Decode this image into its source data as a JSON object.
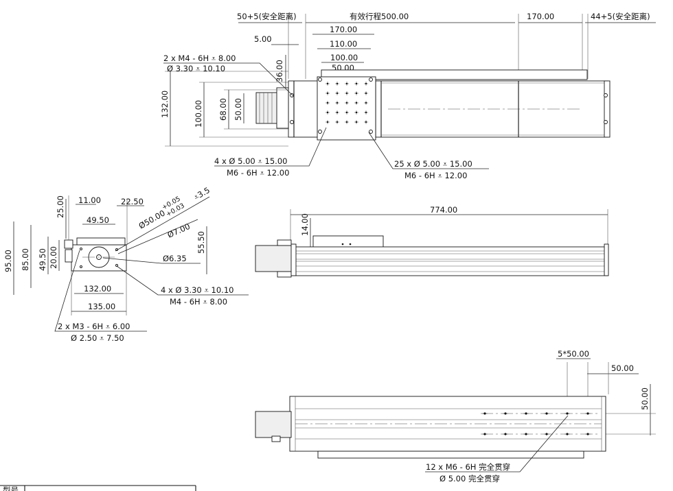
{
  "top_view": {
    "dim_left_clearance": "50+5(安全距离)",
    "dim_stroke": "有效行程500.00",
    "dim_right_170": "170.00",
    "dim_right_clearance": "44+5(安全距离)",
    "dim_5": "5.00",
    "dim_170": "170.00",
    "dim_110": "110.00",
    "dim_100": "100.00",
    "dim_50": "50.00",
    "dim_36": "36.00",
    "dim_132": "132.00",
    "dim_100v": "100.00",
    "dim_68": "68.00",
    "dim_50v": "50.00",
    "note_m4_line1": "2 x  M4 - 6H ⩡ 8.00",
    "note_m4_line2": "Ø 3.30 ⩡ 10.10",
    "note_4x_line1": "4 x  Ø 5.00 ⩡ 15.00",
    "note_4x_line2": "M6 - 6H ⩡ 12.00",
    "note_25x_line1": "25 x  Ø 5.00 ⩡ 15.00",
    "note_25x_line2": "M6 - 6H ⩡ 12.00"
  },
  "end_view": {
    "dim_25": "25.00",
    "dim_11": "11.00",
    "dim_22_5": "22.50",
    "dim_49_5": "49.50",
    "dim_95": "95.00",
    "dim_85": "85.00",
    "dim_49_5v": "49.50",
    "dim_20": "20.00",
    "dim_55_5": "55.50",
    "dim_132": "132.00",
    "dim_135": "135.00",
    "note_phi50_tol_upper": "+0.05",
    "note_phi50_tol_lower": "+0.03",
    "note_phi50": "Ø50.00",
    "note_phi50_depth": "⩡3.5",
    "note_phi7": "Ø7.00",
    "note_phi6_35": "Ø6.35",
    "note_4x_line1": "4 x  Ø 3.30 ⩡ 10.10",
    "note_4x_line2": "M4 - 6H ⩡ 8.00",
    "note_2x_line1": "2 x  M3 - 6H ⩡ 6.00",
    "note_2x_line2": "Ø 2.50 ⩡ 7.50"
  },
  "side_view": {
    "dim_774": "774.00",
    "dim_14": "14.00"
  },
  "bottom_view": {
    "dim_5x50": "5*50.00",
    "dim_50": "50.00",
    "dim_50v": "50.00",
    "note_line1": "12 x  M6 - 6H 完全贯穿",
    "note_line2": "Ø 5.00 完全贯穿"
  },
  "title_block": {
    "label_model": "型号"
  }
}
